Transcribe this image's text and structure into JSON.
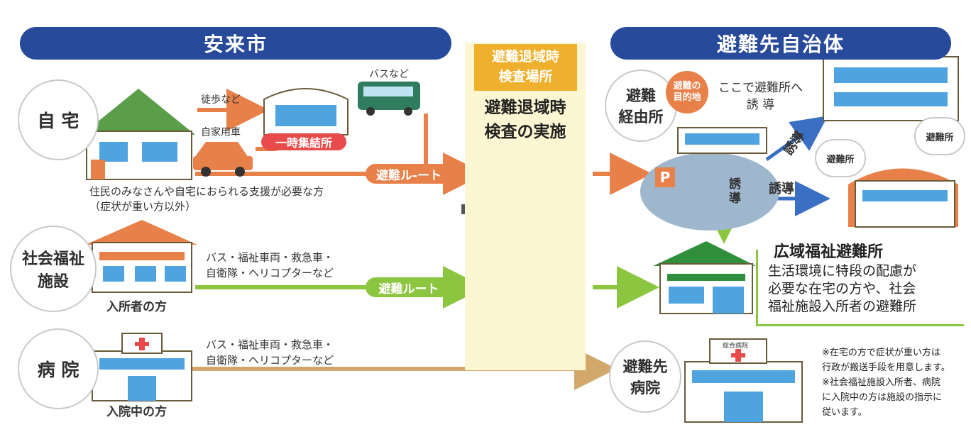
{
  "header": {
    "left_banner": "安来市",
    "right_banner": "避難先自治体"
  },
  "center": {
    "title": "避難退域時\n検査場所",
    "subtitle": "避難退域時\n検査の実施"
  },
  "circles": {
    "home": "自 宅",
    "welfare": "社会福祉\n施設",
    "hospital": "病 院",
    "transit": "避難\n経由所",
    "dest_hospital": "避難先\n病院"
  },
  "home_row": {
    "walk": "徒歩など",
    "car": "自家用車",
    "bus": "バスなど",
    "assembly": "一時集結所",
    "caption": "住民のみなさんや自宅におられる支援が必要な方\n（症状が重い方以外）",
    "route": "避難ル-ート"
  },
  "welfare_row": {
    "means": "バス・福祉車両・救急車・\n自衛隊・ヘリコプターなど",
    "caption": "入所者の方",
    "route": "避難ルート"
  },
  "hospital_row": {
    "means": "バス・福祉車両・救急車・\n自衛隊・ヘリコプターなど",
    "caption": "入院中の方"
  },
  "transit": {
    "bubble": "避難の\n目的地",
    "note": "ここで避難所へ\n誘 導",
    "guide1": "誘導",
    "guide2": "誘導",
    "guide3": "誘\n導",
    "shelter1": "避難所",
    "shelter2": "避難所",
    "parking": "P"
  },
  "welfare_shelter": {
    "title": "広域福祉避難所",
    "body": "生活環境に特段の配慮が\n必要な在宅の方や、社会\n福祉施設入所者の避難所"
  },
  "hospital_sign": "総合病院",
  "notes": "※在宅の方で症状が重い方は\n行政が搬送手段を用意します。\n※社会福祉施設入所者、病院\nに入院中の方は施設の指示に\n従います。",
  "colors": {
    "banner": "#274a9b",
    "orange": "#e8804a",
    "green": "#8cc640",
    "tan": "#d2a86a",
    "blue_arrow": "#3a6fc4",
    "center_bg": "#fcf6d2",
    "center_title": "#efb12d",
    "red_pill": "#e94b4b"
  }
}
